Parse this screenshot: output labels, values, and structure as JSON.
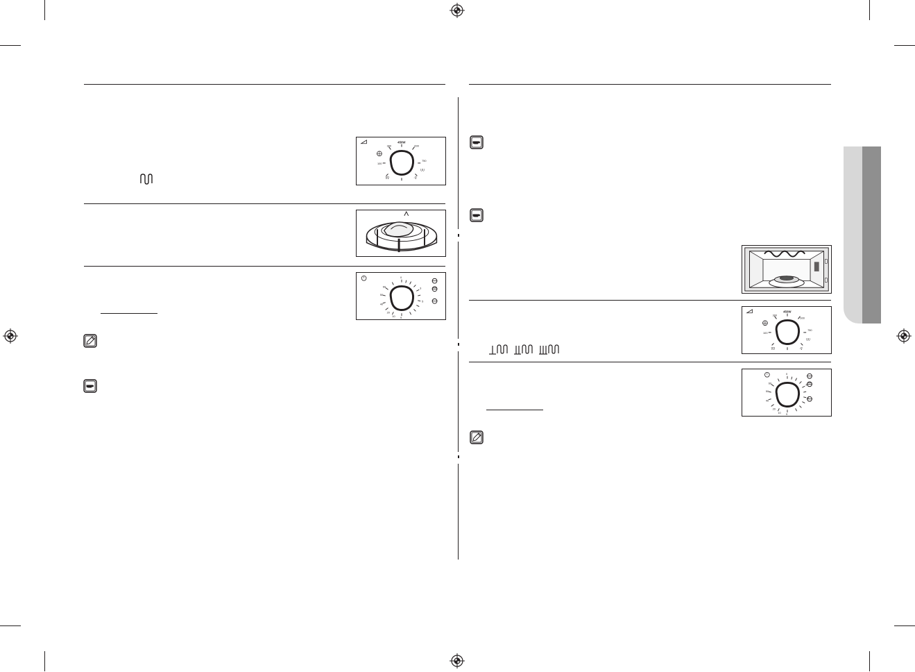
{
  "page": {
    "registration_marks": [
      "registration-mark-top",
      "registration-mark-bottom",
      "registration-mark-left",
      "registration-mark-right"
    ]
  },
  "colors": {
    "ink": "#231f20",
    "tab_light": "#d7d7d7",
    "tab_dark": "#8f8f8f",
    "paper": "#ffffff"
  },
  "left_column": {
    "dial_power": {
      "labels": [
        "450W",
        "300",
        "600",
        "100",
        "750"
      ],
      "icon": "defrost-snowflake-icon"
    },
    "grill_symbol": "grill-element-icon",
    "turntable_figure": "turntable-with-rack-figure",
    "dial_timer": {
      "labels": [
        "0",
        "1",
        "2",
        "3",
        "4",
        "5",
        "6",
        "7",
        "8",
        "9",
        "10",
        "15",
        "20",
        "30",
        "40",
        "50",
        "60"
      ]
    },
    "notes": [
      "pencil-note-icon",
      "hand-pointer-note-icon"
    ]
  },
  "right_column": {
    "notes": [
      "hand-pointer-note-icon",
      "hand-pointer-note-icon",
      "pencil-note-icon"
    ],
    "oven_interior_figure": "oven-interior-with-grill-figure",
    "dial_power": {
      "labels": [
        "450W",
        "300",
        "600",
        "100",
        "750"
      ],
      "icon": "defrost-snowflake-icon"
    },
    "combi_symbols": [
      "combi-microwave-grill-1-icon",
      "combi-microwave-grill-2-icon",
      "combi-microwave-grill-3-icon"
    ],
    "dial_timer": {
      "labels": [
        "0",
        "1",
        "2",
        "3",
        "4",
        "5",
        "6",
        "7",
        "8",
        "9",
        "10",
        "15",
        "20",
        "30",
        "40",
        "50",
        "60"
      ]
    }
  }
}
